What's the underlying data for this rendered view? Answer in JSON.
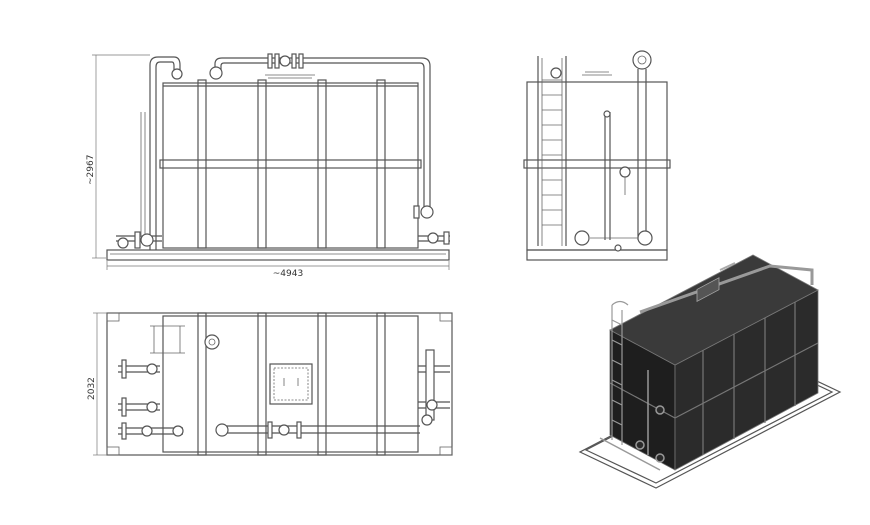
{
  "dimensions": {
    "length": "~4943",
    "height": "~2967",
    "width": "2032"
  },
  "views": [
    "front-elevation",
    "side-elevation",
    "plan-view",
    "isometric-view"
  ]
}
